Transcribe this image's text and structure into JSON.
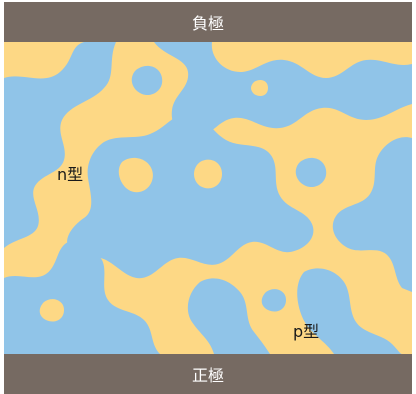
{
  "top_electrode": {
    "label": "負極"
  },
  "bottom_electrode": {
    "label": "正極"
  },
  "regions": {
    "n_type": {
      "label": "n型"
    },
    "p_type": {
      "label": "p型"
    }
  },
  "colors": {
    "electrode": "#766a62",
    "n_type": "#90c4e8",
    "p_type": "#fdd885"
  }
}
